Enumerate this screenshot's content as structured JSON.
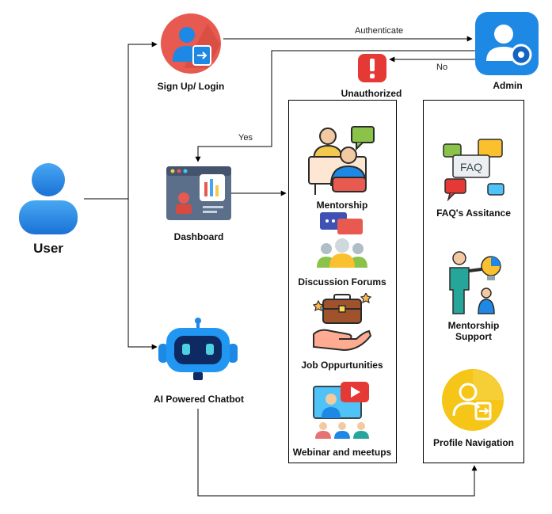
{
  "nodes": {
    "user": "User",
    "signup": "Sign Up/ Login",
    "admin": "Admin",
    "unauthorized": "Unauthorized",
    "dashboard": "Dashboard",
    "chatbot": "AI Powered Chatbot"
  },
  "edges": {
    "authenticate": "Authenticate",
    "no": "No",
    "yes": "Yes"
  },
  "features": [
    "Mentorship",
    "Discussion Forums",
    "Job Oppurtunities",
    "Webinar and meetups"
  ],
  "admin_features": [
    "FAQ's Assitance",
    "Mentorship Support",
    "Profile Navigation"
  ],
  "icons": {
    "faq_text": "FAQ"
  },
  "colors": {
    "red": "#e85a4f",
    "blue": "#1e88e5",
    "alert": "#e53935",
    "yellow": "#f5c518",
    "teal": "#26a69a"
  }
}
